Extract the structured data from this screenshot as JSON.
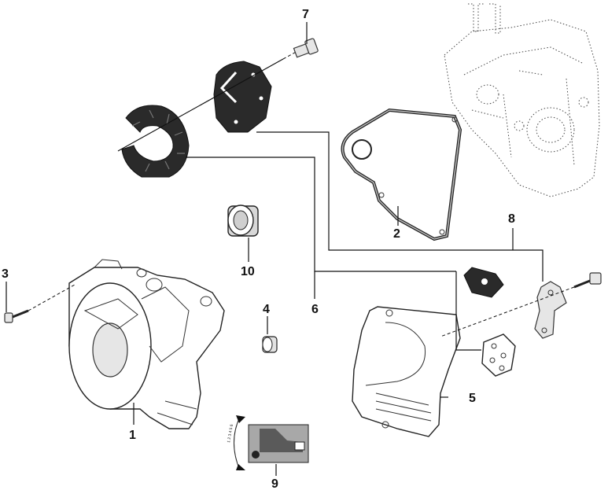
{
  "callouts": {
    "c1": "1",
    "c2": "2",
    "c3": "3",
    "c4": "4",
    "c5": "5",
    "c6": "6",
    "c7": "7",
    "c8": "8",
    "c9": "9",
    "c10": "10"
  },
  "gauge_marks": "1 2 3 4 5 6"
}
